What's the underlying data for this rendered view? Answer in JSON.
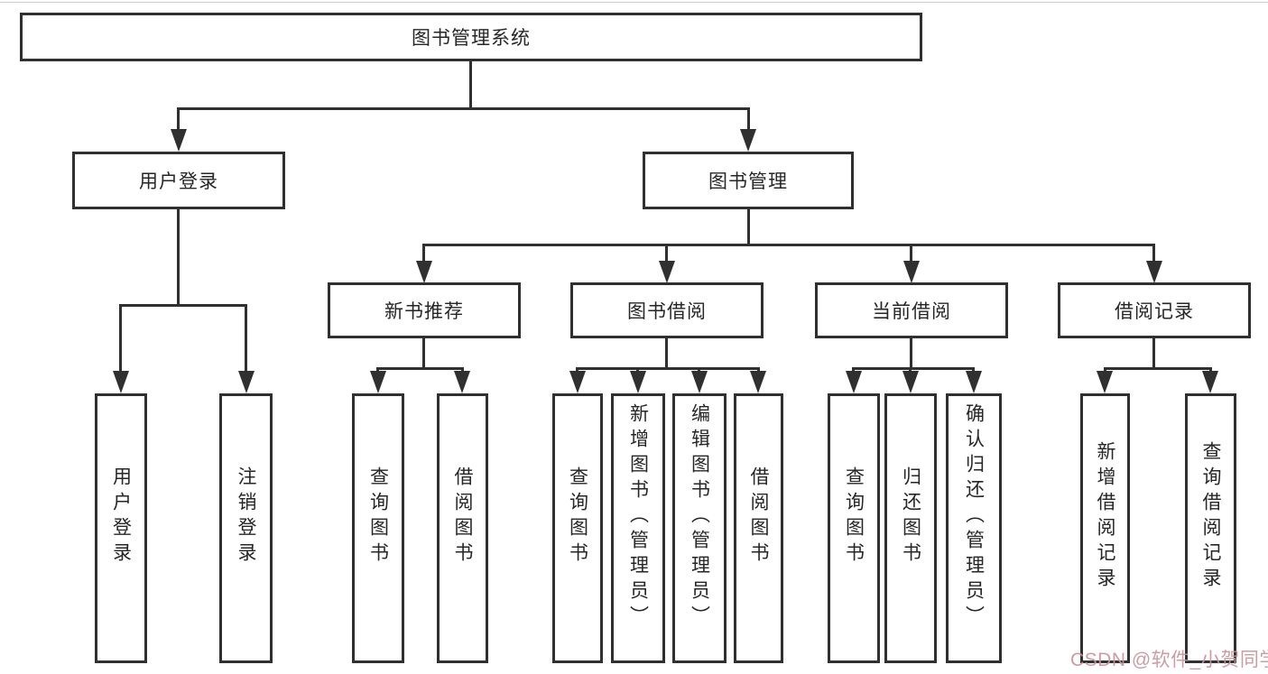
{
  "diagram": {
    "root": {
      "label": "图书管理系统"
    },
    "branches": [
      {
        "label": "用户登录",
        "children": [
          {
            "label": "用户登录"
          },
          {
            "label": "注销登录"
          }
        ]
      },
      {
        "label": "图书管理",
        "children": [
          {
            "label": "新书推荐",
            "children": [
              {
                "label": "查询图书"
              },
              {
                "label": "借阅图书"
              }
            ]
          },
          {
            "label": "图书借阅",
            "children": [
              {
                "label": "查询图书"
              },
              {
                "label": "新增图书（管理员）"
              },
              {
                "label": "编辑图书（管理员）"
              },
              {
                "label": "借阅图书"
              }
            ]
          },
          {
            "label": "当前借阅",
            "children": [
              {
                "label": "查询图书"
              },
              {
                "label": "归还图书"
              },
              {
                "label": "确认归还（管理员）"
              }
            ]
          },
          {
            "label": "借阅记录",
            "children": [
              {
                "label": "新增借阅记录"
              },
              {
                "label": "查询借阅记录"
              }
            ]
          }
        ]
      }
    ]
  },
  "watermark": {
    "text": "CSDN @软件_小贺同学",
    "color": "#c8949c"
  },
  "colors": {
    "line": "#303030",
    "box_border": "#303030",
    "box_background": "#ffffff",
    "label_text": "#262626",
    "page_background": "#ffffff"
  }
}
